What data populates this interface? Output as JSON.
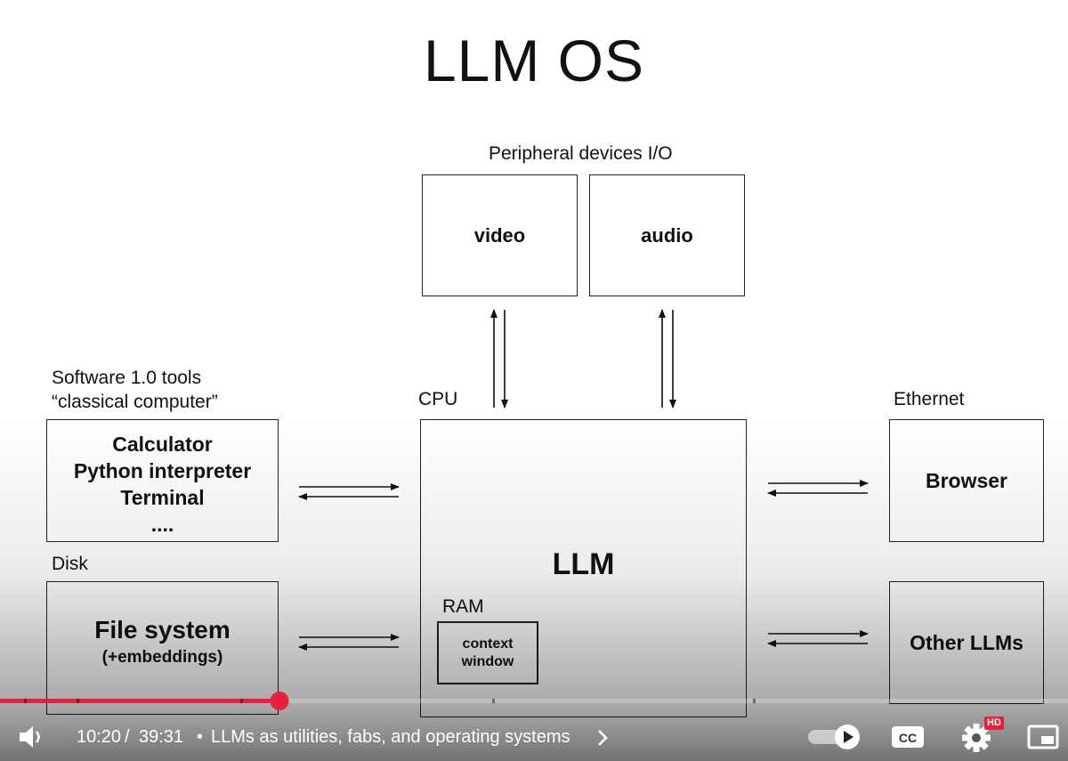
{
  "slide": {
    "title": "LLM OS",
    "peripheral_label": "Peripheral devices I/O",
    "video_box": "video",
    "audio_box": "audio",
    "software_label_line1": "Software 1.0 tools",
    "software_label_line2": "“classical computer”",
    "tools_box": [
      "Calculator",
      "Python interpreter",
      "Terminal",
      "...."
    ],
    "disk_label": "Disk",
    "filesystem_title": "File system",
    "filesystem_sub": "(+embeddings)",
    "cpu_label": "CPU",
    "llm_label": "LLM",
    "ram_label": "RAM",
    "context_window_line1": "context",
    "context_window_line2": "window",
    "ethernet_label": "Ethernet",
    "browser_box": "Browser",
    "other_llms_box": "Other LLMs"
  },
  "player": {
    "time_current": "10:20",
    "time_separator": "/",
    "time_total": "39:31",
    "chapter_bullet": "•",
    "chapter_title": "LLMs as utilities, fabs, and operating systems",
    "progress_fraction": 0.2615,
    "buffer_fraction": 0.228,
    "hd_badge": "HD",
    "accent_color": "#e8213b",
    "icons": [
      "volume-icon",
      "chevron-right-icon",
      "autoplay-toggle-icon",
      "captions-icon",
      "settings-icon",
      "miniplayer-icon"
    ]
  }
}
